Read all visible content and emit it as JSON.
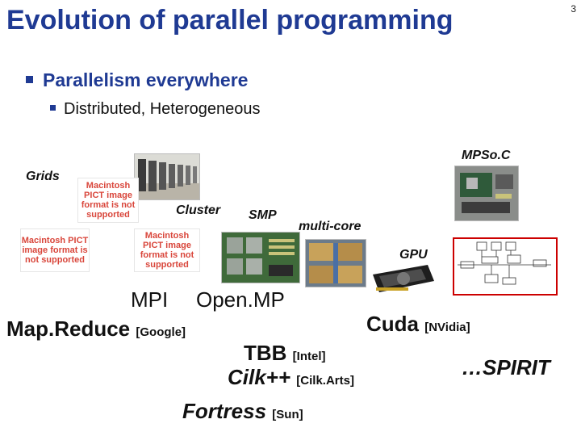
{
  "slide": {
    "title": "Evolution of parallel programming",
    "page_number": "3",
    "bullet_level1": "Parallelism everywhere",
    "bullet_level2": "Distributed, Heterogeneous"
  },
  "labels": {
    "grids": "Grids",
    "cluster": "Cluster",
    "smp": "SMP",
    "multicore": "multi-core",
    "gpu": "GPU",
    "mpsoc": "MPSo.C"
  },
  "pict_placeholder": "Macintosh PICT image format is not supported",
  "models": {
    "mpi": "MPI",
    "openmp": "Open.MP",
    "mapreduce": "Map.Reduce",
    "mapreduce_vendor": "[Google]",
    "cuda": "Cuda",
    "cuda_vendor": "[NVidia]",
    "tbb": "TBB",
    "tbb_vendor": "[Intel]",
    "cilk": "Cilk++",
    "cilk_vendor": "[Cilk.Arts]",
    "spirit": "…SPIRIT",
    "fortress": "Fortress",
    "fortress_vendor": "[Sun]"
  },
  "colors": {
    "title": "#1f3a93",
    "bullet_square": "#1f3a93",
    "placeholder_text": "#d9463b",
    "highlight_box": "#cc0000"
  },
  "images": [
    "cluster-photo",
    "smp-board-photo",
    "multicore-die-photo",
    "gpu-card-photo",
    "mpsoc-board-photo",
    "mpsoc-block-diagram"
  ]
}
